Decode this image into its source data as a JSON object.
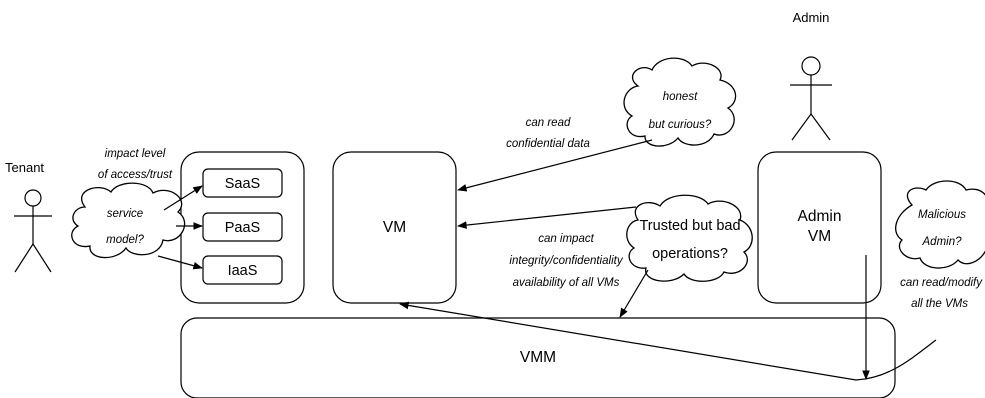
{
  "actors": {
    "tenant": "Tenant",
    "admin": "Admin"
  },
  "boxes": {
    "saas": "SaaS",
    "paas": "PaaS",
    "iaas": "IaaS",
    "vm": "VM",
    "admin_vm_line1": "Admin",
    "admin_vm_line2": "VM",
    "vmm": "VMM"
  },
  "clouds": {
    "service_model_line1": "service",
    "service_model_line2": "model?",
    "honest_line1": "honest",
    "honest_line2": "but curious?",
    "trusted_line1": "Trusted but bad",
    "trusted_line2": "operations?",
    "malicious_line1": "Malicious",
    "malicious_line2": "Admin?"
  },
  "annotations": {
    "impact_line1": "impact level",
    "impact_line2": "of access/trust",
    "read_line1": "can read",
    "read_line2": "confidential data",
    "integrity_line1": "can impact",
    "integrity_line2": "integrity/confidentiality",
    "integrity_line3": "availability of all VMs",
    "modify_line1": "can read/modify",
    "modify_line2": "all the VMs"
  }
}
